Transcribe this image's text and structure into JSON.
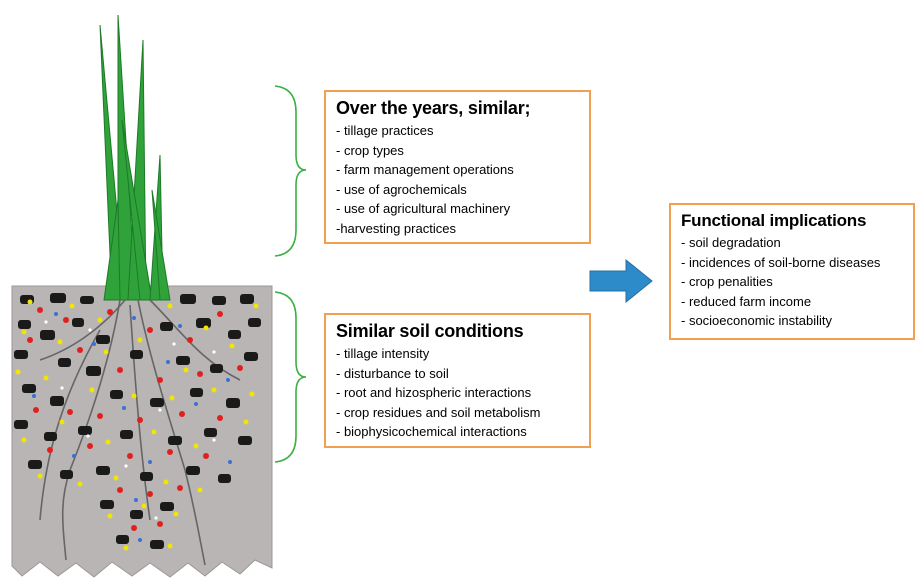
{
  "box_years": {
    "title": "Over the years, similar;",
    "items": [
      "- tillage practices",
      "- crop types",
      "- farm management operations",
      "- use of agrochemicals",
      "- use of agricultural machinery",
      "-harvesting practices"
    ]
  },
  "box_soil": {
    "title": "Similar soil conditions",
    "items": [
      "- tillage intensity",
      "- disturbance to soil",
      "- root and hizospheric interactions",
      "- crop residues and soil metabolism",
      "- biophysicochemical interactions"
    ]
  },
  "box_func": {
    "title": "Functional implications",
    "items": [
      "- soil degradation",
      "- incidences of soil-borne diseases",
      "- crop penalities",
      "- reduced farm income",
      "- socioeconomic instability"
    ]
  },
  "colors": {
    "box_border": "#f0a050",
    "brace": "#3cb043",
    "arrow": "#2e8bc9",
    "soil": "#b8b5b4",
    "grass": "#2fa23a"
  }
}
